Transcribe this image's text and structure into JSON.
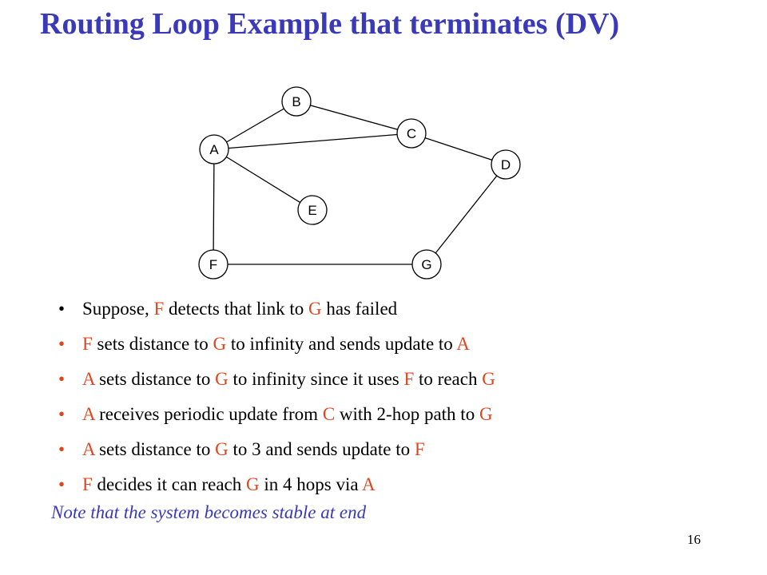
{
  "title": "Routing Loop Example that terminates (DV)",
  "accent_colors": {
    "title": "#3a3ab8",
    "node_ref": "#e0451f",
    "note": "#3a3ab8"
  },
  "graph": {
    "nodes": [
      {
        "id": "A",
        "label": "A"
      },
      {
        "id": "B",
        "label": "B"
      },
      {
        "id": "C",
        "label": "C"
      },
      {
        "id": "D",
        "label": "D"
      },
      {
        "id": "E",
        "label": "E"
      },
      {
        "id": "F",
        "label": "F"
      },
      {
        "id": "G",
        "label": "G"
      }
    ],
    "edges": [
      [
        "A",
        "B"
      ],
      [
        "B",
        "C"
      ],
      [
        "A",
        "C"
      ],
      [
        "C",
        "D"
      ],
      [
        "A",
        "E"
      ],
      [
        "A",
        "F"
      ],
      [
        "F",
        "G"
      ],
      [
        "G",
        "D"
      ]
    ]
  },
  "bullets": [
    [
      {
        "t": "Suppose, ",
        "hl": false
      },
      {
        "t": "F",
        "hl": true
      },
      {
        "t": " detects that link to ",
        "hl": false
      },
      {
        "t": "G",
        "hl": true
      },
      {
        "t": " has failed",
        "hl": false
      }
    ],
    [
      {
        "t": "F",
        "hl": true
      },
      {
        "t": " sets distance to ",
        "hl": false
      },
      {
        "t": "G",
        "hl": true
      },
      {
        "t": " to infinity and sends update to ",
        "hl": false
      },
      {
        "t": "A",
        "hl": true
      }
    ],
    [
      {
        "t": "A",
        "hl": true
      },
      {
        "t": " sets distance to ",
        "hl": false
      },
      {
        "t": "G",
        "hl": true
      },
      {
        "t": " to infinity since it uses ",
        "hl": false
      },
      {
        "t": "F",
        "hl": true
      },
      {
        "t": " to reach ",
        "hl": false
      },
      {
        "t": "G",
        "hl": true
      }
    ],
    [
      {
        "t": "A",
        "hl": true
      },
      {
        "t": " receives periodic update from ",
        "hl": false
      },
      {
        "t": "C",
        "hl": true
      },
      {
        "t": " with 2-hop path to ",
        "hl": false
      },
      {
        "t": "G",
        "hl": true
      }
    ],
    [
      {
        "t": "A",
        "hl": true
      },
      {
        "t": " sets distance to ",
        "hl": false
      },
      {
        "t": "G",
        "hl": true
      },
      {
        "t": " to 3 and sends update to ",
        "hl": false
      },
      {
        "t": "F",
        "hl": true
      }
    ],
    [
      {
        "t": "F",
        "hl": true
      },
      {
        "t": " decides it can reach ",
        "hl": false
      },
      {
        "t": "G",
        "hl": true
      },
      {
        "t": " in 4 hops via ",
        "hl": false
      },
      {
        "t": "A",
        "hl": true
      }
    ]
  ],
  "bullet_symbol": "•",
  "note": "Note that the system becomes stable at end",
  "page_number": "16"
}
